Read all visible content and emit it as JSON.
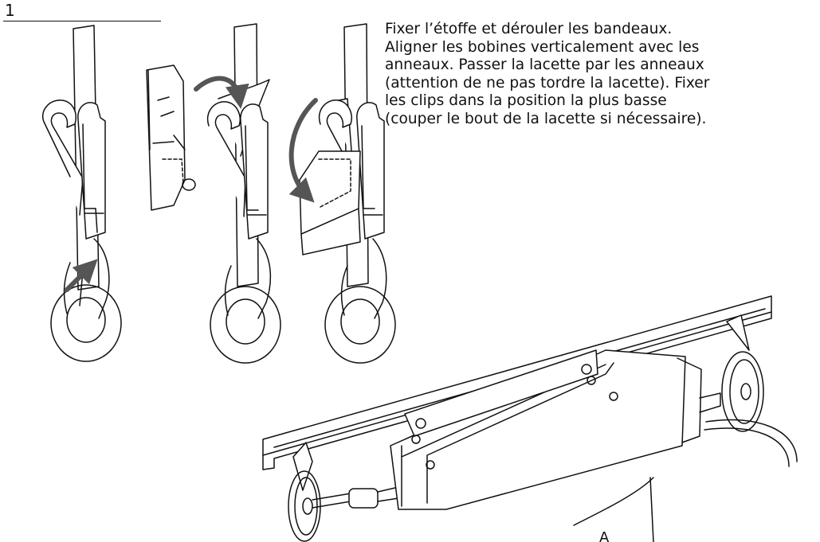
{
  "step": {
    "number": "1"
  },
  "instructions": {
    "lines": [
      [
        "Fixer",
        "l’étoffe",
        "et",
        "dérouler",
        "les",
        "bandeaux."
      ],
      [
        "Aligner",
        "les",
        "bobines",
        "verticalement",
        "avec",
        "les"
      ],
      [
        "anneaux.",
        "Passer",
        "la",
        "lacette",
        "par",
        "les",
        "anneaux"
      ],
      [
        "(attention",
        "de",
        "ne",
        "pas",
        "tordre",
        "la",
        "lacette).",
        "Fixer"
      ],
      [
        "les",
        "clips",
        "dans",
        "la",
        "position",
        "la",
        "plus",
        "basse"
      ],
      [
        "(couper",
        "le",
        "bout",
        "de",
        "la",
        "lacette",
        "si",
        "nécessaire)."
      ]
    ]
  },
  "figures": {
    "callout_label": "A"
  }
}
